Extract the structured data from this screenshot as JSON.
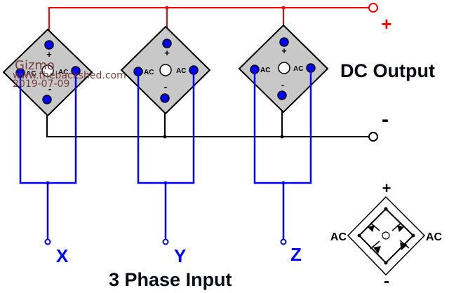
{
  "diagram": {
    "title_output": "DC Output",
    "title_input": "3 Phase Input",
    "output_terminals": {
      "positive_label": "+",
      "negative_label": "-"
    },
    "bridges": [
      {
        "id": "bridge-1",
        "plus_label": "+",
        "minus_label": "-",
        "ac_left_label": "AC",
        "ac_right_label": "AC",
        "phase": "X"
      },
      {
        "id": "bridge-2",
        "plus_label": "+",
        "minus_label": "-",
        "ac_left_label": "AC",
        "ac_right_label": "AC",
        "phase": "Y"
      },
      {
        "id": "bridge-3",
        "plus_label": "+",
        "minus_label": "-",
        "ac_left_label": "AC",
        "ac_right_label": "AC",
        "phase": "Z"
      }
    ],
    "phase_labels": [
      "X",
      "Y",
      "Z"
    ],
    "symbol_legend": {
      "plus_label": "+",
      "minus_label": "-",
      "ac_left_label": "AC",
      "ac_right_label": "AC"
    },
    "watermark": {
      "author": "Gizmo",
      "site": "www.thebackshed.com",
      "date": "2019-07-09"
    },
    "colors": {
      "positive_wire": "#ff0000",
      "negative_wire": "#000000",
      "ac_wire": "#0000ff",
      "bridge_body": "#c8c8c8",
      "pin": "#0000ff",
      "phase_label": "#0000ff",
      "watermark": "#7a3e3e"
    }
  }
}
